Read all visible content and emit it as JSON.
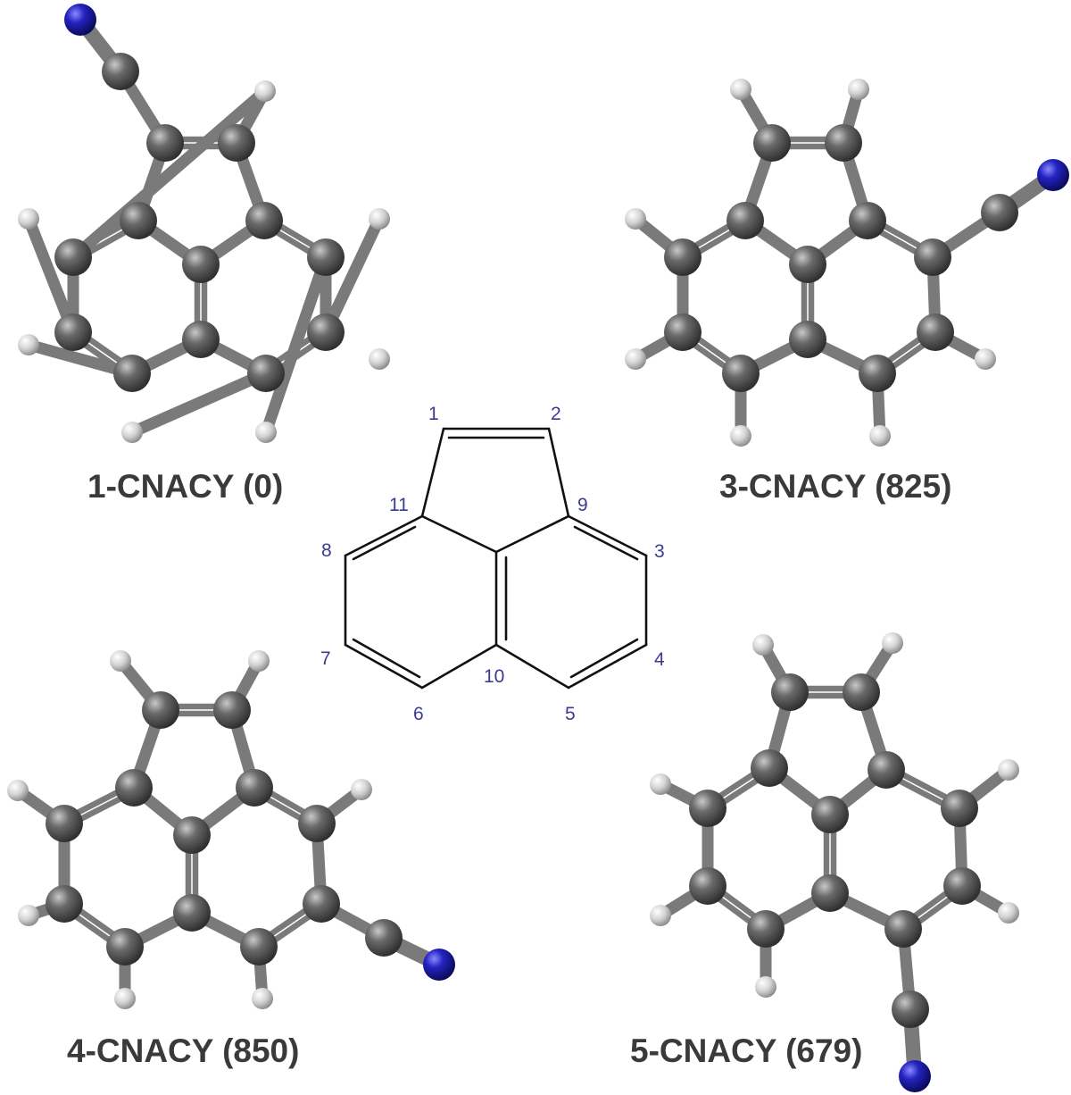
{
  "colors": {
    "carbon": "#555555",
    "hydrogen": "#cfcfcf",
    "nitrogen": "#1c1ca8",
    "bond": "#7a7a7a",
    "label_text": "#3a3a3a",
    "numbering": "#3b3b8f"
  },
  "numbering": [
    "1",
    "2",
    "3",
    "4",
    "5",
    "6",
    "7",
    "8",
    "9",
    "10",
    "11"
  ],
  "molecules": [
    {
      "name": "1-CNACY (0)",
      "substituent_position": "1",
      "relative_energy": 0
    },
    {
      "name": "3-CNACY (825)",
      "substituent_position": "3",
      "relative_energy": 825
    },
    {
      "name": "4-CNACY (850)",
      "substituent_position": "4",
      "relative_energy": 850
    },
    {
      "name": "5-CNACY (679)",
      "substituent_position": "5",
      "relative_energy": 679
    }
  ]
}
